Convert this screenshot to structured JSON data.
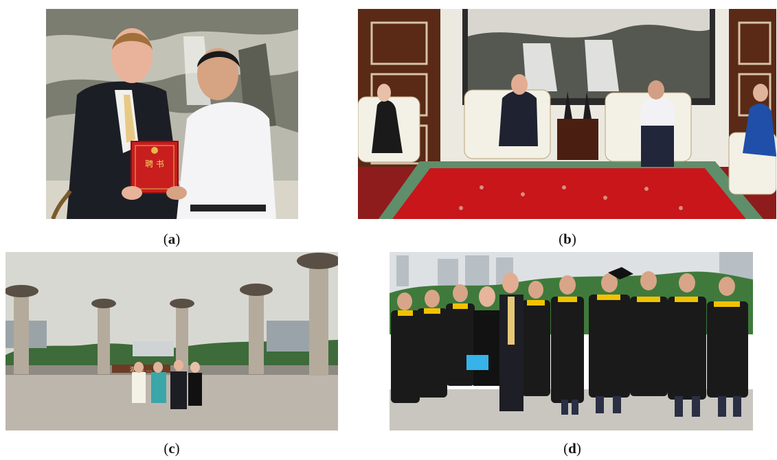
{
  "figure": {
    "panels": [
      {
        "id": "a",
        "caption": "a",
        "sign_text": "聘 书"
      },
      {
        "id": "b",
        "caption": "b"
      },
      {
        "id": "c",
        "caption": "c",
        "sign_text": "湖 北 ..."
      },
      {
        "id": "d",
        "caption": "d"
      }
    ]
  },
  "colors": {
    "caption_text": "#111111",
    "certificate_red": "#c81e1e",
    "carpet_red": "#c8161a",
    "gown_black": "#1a1a1a",
    "hood_yellow": "#f2c200"
  }
}
